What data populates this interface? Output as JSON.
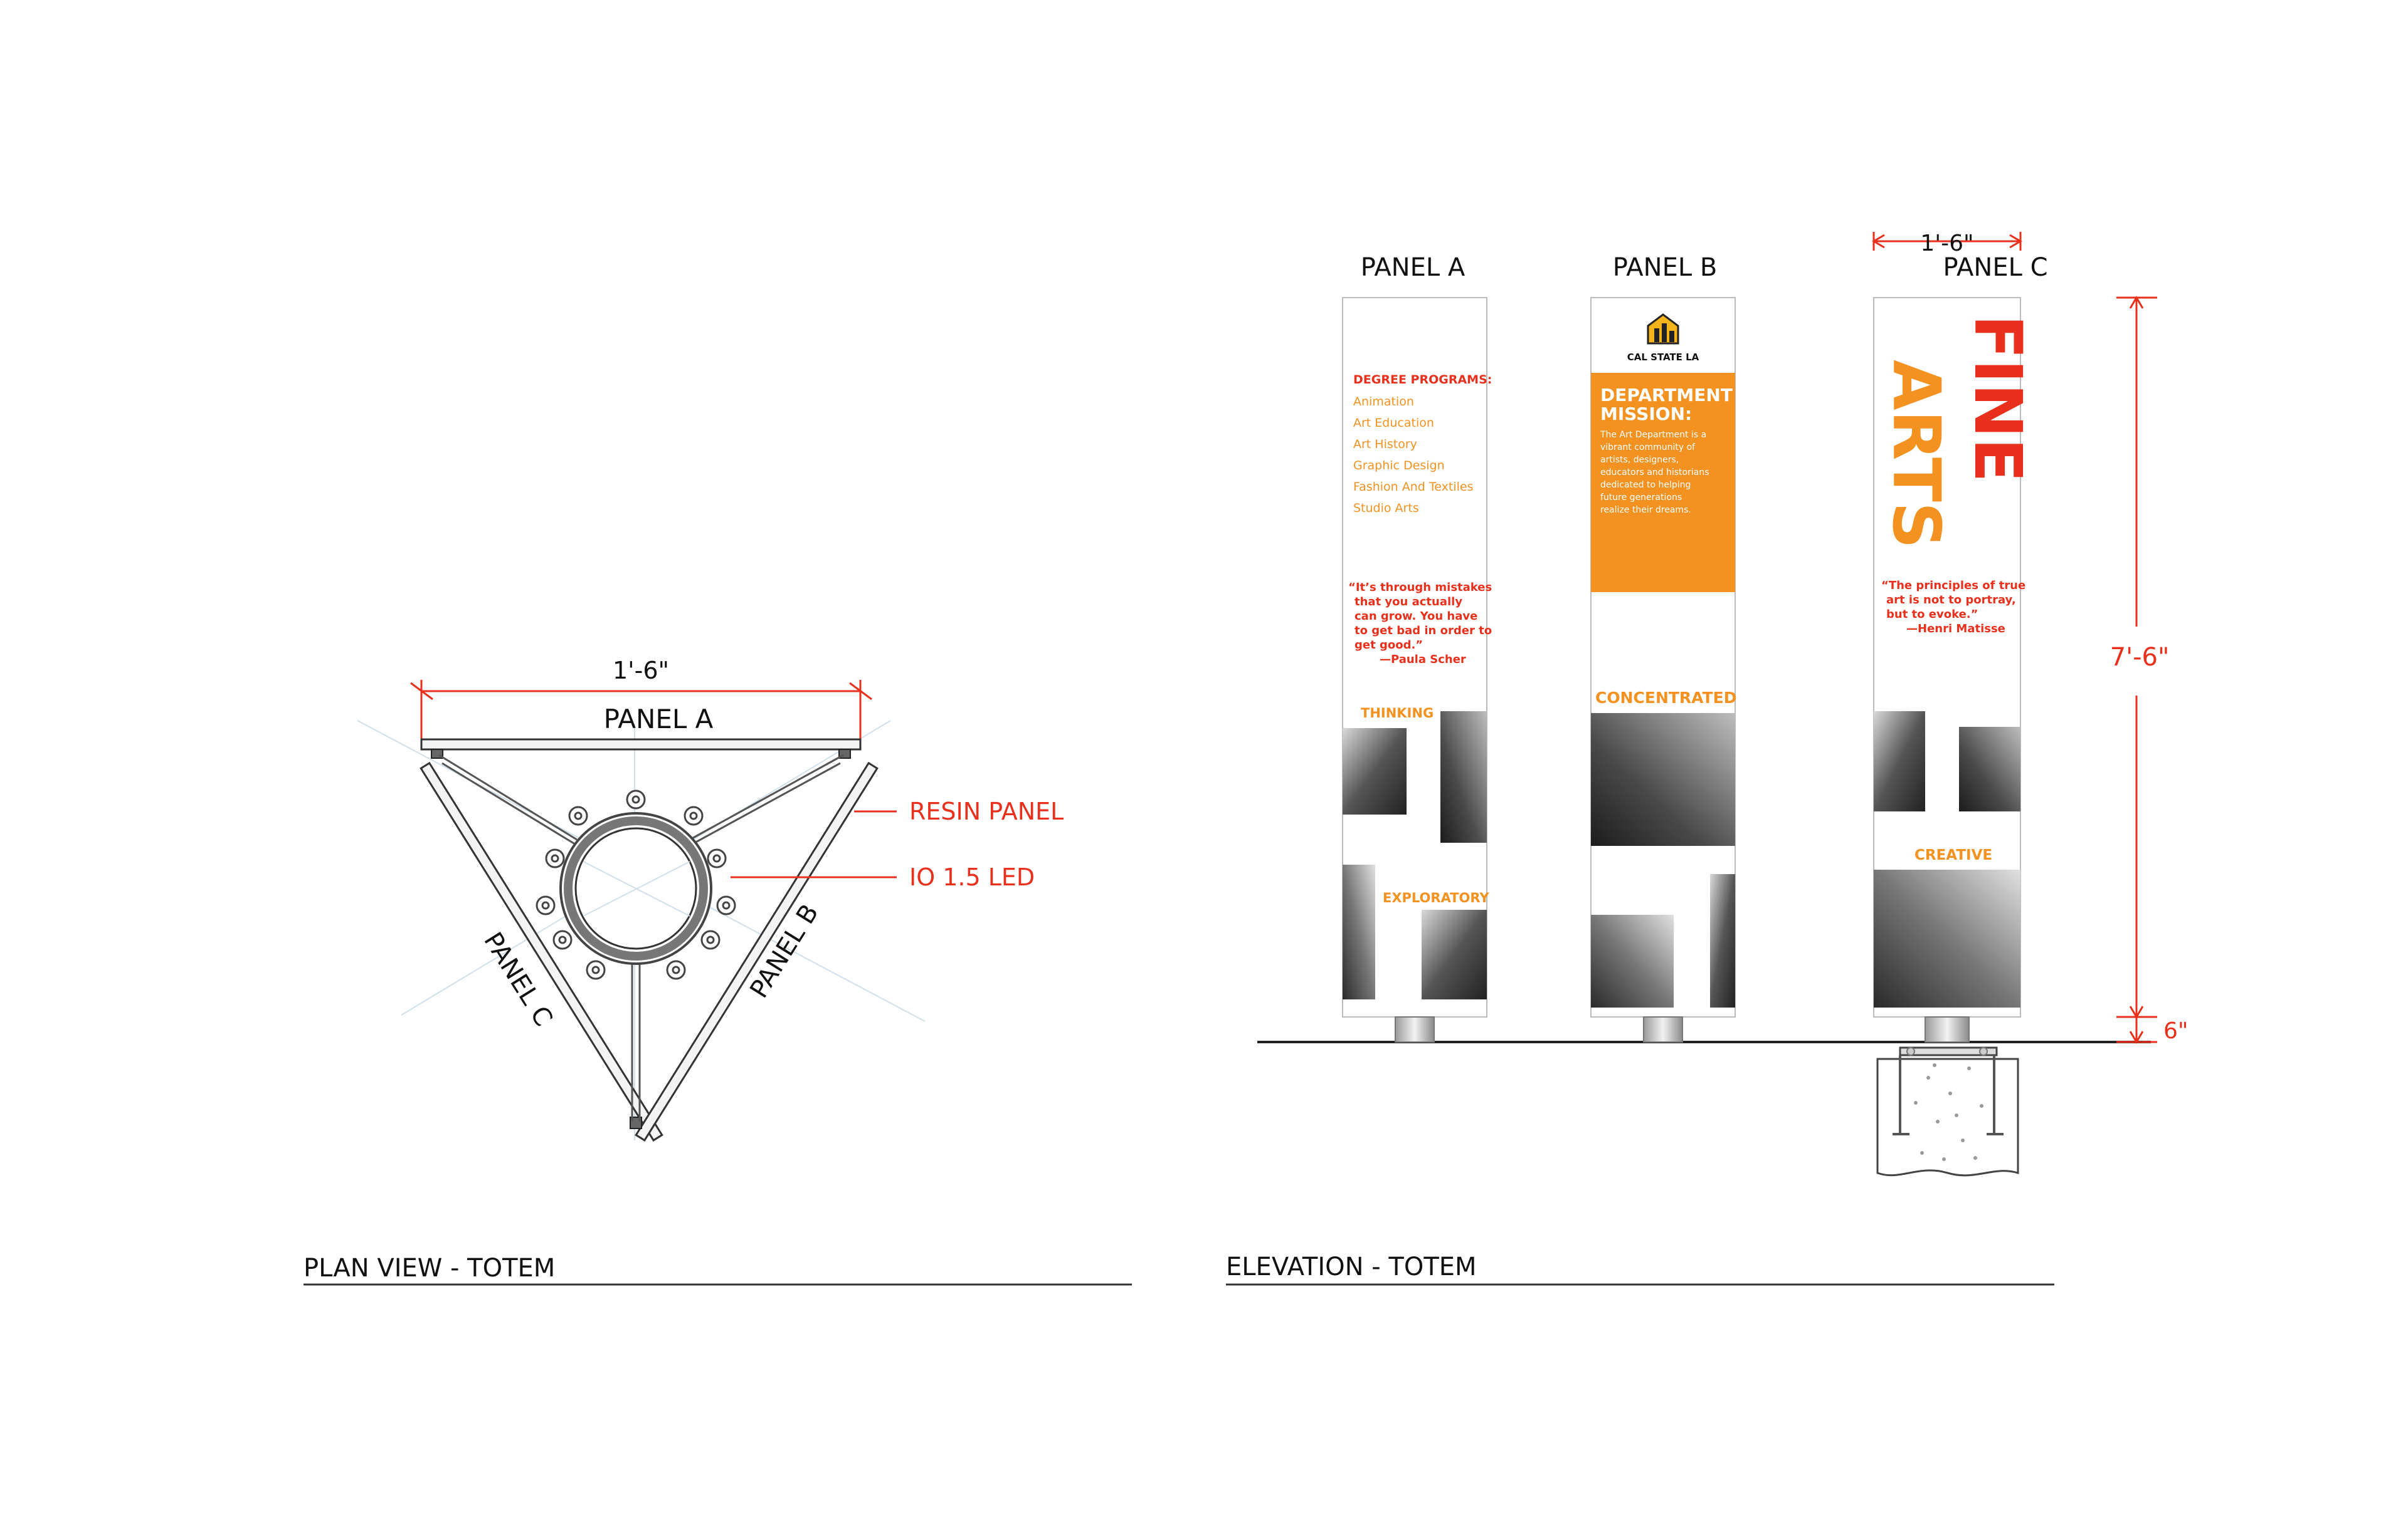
{
  "plan": {
    "dim_width": "1'-6\"",
    "panel_a": "PANEL A",
    "panel_b": "PANEL B",
    "panel_c": "PANEL C",
    "resin_panel": "RESIN PANEL",
    "led": "IO 1.5 LED",
    "caption": "PLAN VIEW -  TOTEM"
  },
  "elevation": {
    "caption": "ELEVATION - TOTEM",
    "dim_width": "1'-6\"",
    "dim_height": "7'-6\"",
    "dim_base": "6\"",
    "panel_a": {
      "title": "PANEL A",
      "degree_heading": "DEGREE PROGRAMS:",
      "programs": [
        "Animation",
        "Art Education",
        "Art History",
        "Graphic Design",
        "Fashion And Textiles",
        "Studio Arts"
      ],
      "quote_lines": [
        "“It’s through mistakes",
        "that you actually",
        "can grow. You have",
        "to get bad in order to",
        "get good.”"
      ],
      "quote_author": "—Paula Scher",
      "word_1": "THINKING",
      "word_2": "EXPLORATORY"
    },
    "panel_b": {
      "title": "PANEL B",
      "logo_text": "CAL STATE LA",
      "mission_heading_1": "DEPARTMENT",
      "mission_heading_2": "MISSION:",
      "mission_lines": [
        "The Art Department is a",
        "vibrant community of",
        "artists, designers,",
        "educators and historians",
        "dedicated to helping",
        "future generations",
        "realize their dreams."
      ],
      "word_1": "CONCENTRATED"
    },
    "panel_c": {
      "title": "PANEL C",
      "big_1": "FINE",
      "big_2": "ARTS",
      "quote_lines": [
        "“The principles of true",
        "art is not to portray,",
        "but to evoke.”"
      ],
      "quote_author": "—Henri Matisse",
      "word_1": "CREATIVE"
    }
  },
  "colors": {
    "accent_red": "#e8301c",
    "accent_orange": "#f39220",
    "line": "#333333"
  }
}
